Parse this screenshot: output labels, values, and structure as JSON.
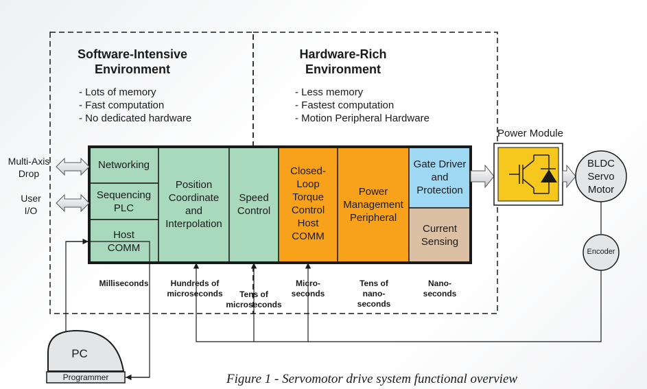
{
  "software_env": {
    "title_line1": "Software-Intensive",
    "title_line2": "Environment",
    "bullets": [
      "- Lots of memory",
      "- Fast computation",
      "- No dedicated hardware"
    ]
  },
  "hardware_env": {
    "title_line1": "Hardware-Rich",
    "title_line2": "Environment",
    "bullets": [
      "- Less memory",
      "- Fastest computation",
      "- Motion Peripheral Hardware"
    ]
  },
  "inputs": {
    "multi_axis": [
      "Multi-Axis",
      "Drop"
    ],
    "user_io": [
      "User",
      "I/O"
    ]
  },
  "blocks": {
    "networking": [
      "Networking"
    ],
    "sequencing": [
      "Sequencing",
      "PLC"
    ],
    "host_comm": [
      "Host",
      "COMM"
    ],
    "position": [
      "Position",
      "Coordinate",
      "and",
      "Interpolation"
    ],
    "speed": [
      "Speed",
      "Control"
    ],
    "torque": [
      "Closed-",
      "Loop",
      "Torque",
      "Control",
      "Host",
      "COMM"
    ],
    "power_mgmt": [
      "Power",
      "Management",
      "Peripheral"
    ],
    "gate_driver": [
      "Gate Driver",
      "and",
      "Protection"
    ],
    "current_sensing": [
      "Current",
      "Sensing"
    ]
  },
  "timescales": {
    "ms": [
      "Milliseconds"
    ],
    "hundreds_us": [
      "Hundreds of",
      "microseconds"
    ],
    "tens_us": [
      "Tens of",
      "microseconds"
    ],
    "us": [
      "Micro-",
      "seconds"
    ],
    "tens_ns": [
      "Tens of",
      "nano-",
      "seconds"
    ],
    "ns": [
      "Nano-",
      "seconds"
    ]
  },
  "power_module": {
    "label": "Power Module"
  },
  "motor": {
    "label": [
      "BLDC",
      "Servo",
      "Motor"
    ]
  },
  "encoder": {
    "label": "Encoder"
  },
  "pc": {
    "label": "PC",
    "programmer": "Programmer"
  },
  "caption": "Figure 1 - Servomotor drive system functional overview",
  "colors": {
    "green": "#a8d9bd",
    "orange": "#f7a21a",
    "blue": "#9fd8f2",
    "tan": "#dcc0a3",
    "power_yellow": "#f6c71c",
    "motor_fill": "#e4e5e7"
  }
}
